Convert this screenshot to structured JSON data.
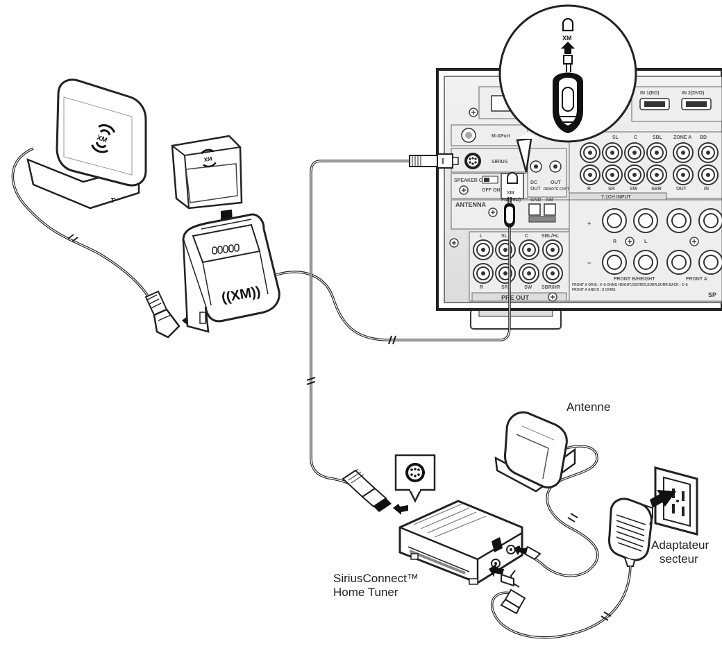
{
  "labels": {
    "antenna": "Antenne",
    "adapter_line1": "Adaptateur",
    "adapter_line2": "secteur",
    "tuner_line1": "SiriusConnect™",
    "tuner_line2": "Home Tuner"
  },
  "panel": {
    "in1": "IN 1(BD)",
    "in2": "IN 2(DVD)",
    "mxport": "M-XPort",
    "sirius": "SIRIUS",
    "speaker_c": "SPEAKER C",
    "off_on": "OFF  ON",
    "dc_out": "DC",
    "dc_out2": "OUT",
    "out": "OUT",
    "remote_cont": "REMOTE CONT.",
    "sl": "SL",
    "c": "C",
    "sbl": "SBL",
    "zone_a": "ZONE A",
    "bd": "BD",
    "r": "R",
    "sr": "SR",
    "sw": "SW",
    "sbr": "SBR",
    "out2": "OUT",
    "in_label": "IN",
    "input_71": "7.1CH INPUT",
    "antenna": "ANTENNA",
    "fm": "FM(75Ω)",
    "gnd": "GND",
    "am": "AM",
    "l": "L",
    "sl2": "SL",
    "c2": "C",
    "sbl_hl": "SBL/HL",
    "r2": "R",
    "sr2": "SR",
    "sw2": "SW",
    "sbr_hr": "SBR/HR",
    "pre_out": "PRE OUT",
    "front_bheight": "FRONT B/HEIGHT",
    "front_a": "FRONT A",
    "ohms1": "FRONT A  OR  B : 6~8 OHMS   HEIGHT,CENTER,SURR,SURR BACK : 6~8",
    "ohms2": "FRONT A AND B : 8 OHMS",
    "spk": "SP",
    "xm": "XM",
    "plus": "+",
    "minus": "−",
    "l3": "L",
    "r3": "R"
  },
  "logos": {
    "xm": "XM",
    "dock_logo": "((XM))"
  }
}
